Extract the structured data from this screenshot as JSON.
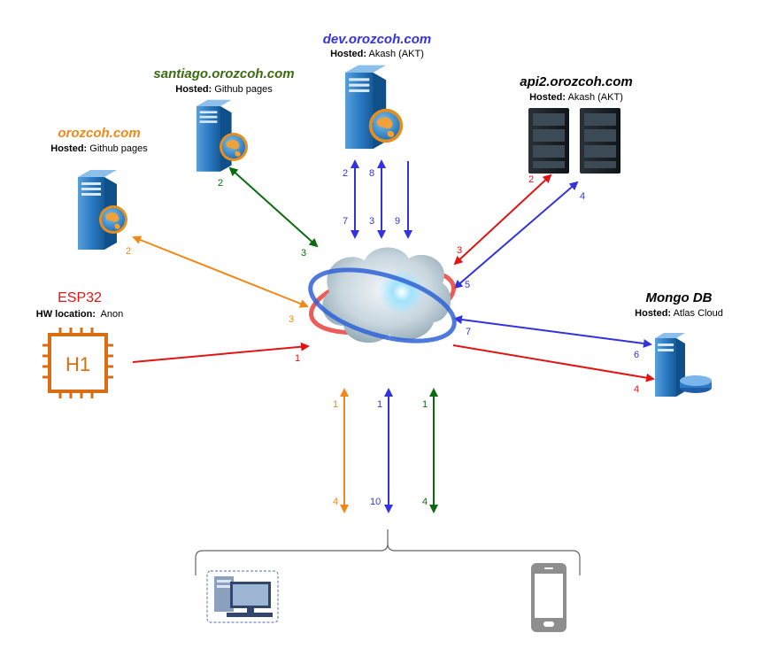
{
  "colors": {
    "orange": "#f0891a",
    "green": "#0b6b10",
    "blue": "#3333dd",
    "red": "#e01515",
    "darkgreen": "#3d6b12",
    "black": "#000000"
  },
  "nodes": {
    "orozcoh": {
      "name": "orozcoh.com",
      "hosted_label": "Hosted:",
      "hosted_value": "Github pages"
    },
    "santiago": {
      "name": "santiago.orozcoh.com",
      "hosted_label": "Hosted:",
      "hosted_value": "Github pages"
    },
    "dev": {
      "name": "dev.orozcoh.com",
      "hosted_label": "Hosted:",
      "hosted_value": "Akash (AKT)"
    },
    "api2": {
      "name": "api2.orozcoh.com",
      "hosted_label": "Hosted:",
      "hosted_value": "Akash (AKT)"
    },
    "esp32": {
      "name": "ESP32",
      "hw_label": "HW location:",
      "hw_value": "Anon",
      "chip_text": "H1"
    },
    "mongo": {
      "name": "Mongo DB",
      "hosted_label": "Hosted:",
      "hosted_value": "Atlas Cloud"
    }
  },
  "edges": {
    "orozcoh_near": "2",
    "orozcoh_far": "3",
    "santiago_near": "2",
    "santiago_far": "3",
    "dev_a_top": "2",
    "dev_a_bottom": "7",
    "dev_b_top": "8",
    "dev_b_bottom": "3",
    "dev_c_bottom": "9",
    "api2_red_near": "2",
    "api2_red_far": "3",
    "api2_blue_near": "4",
    "api2_blue_far": "5",
    "esp32": "1",
    "mongo_blue_cloud": "7",
    "mongo_blue_node": "6",
    "mongo_red_node": "4",
    "client_orange_top": "1",
    "client_orange_bottom": "4",
    "client_blue_top": "1",
    "client_blue_bottom": "10",
    "client_green_top": "1",
    "client_green_bottom": "4"
  }
}
